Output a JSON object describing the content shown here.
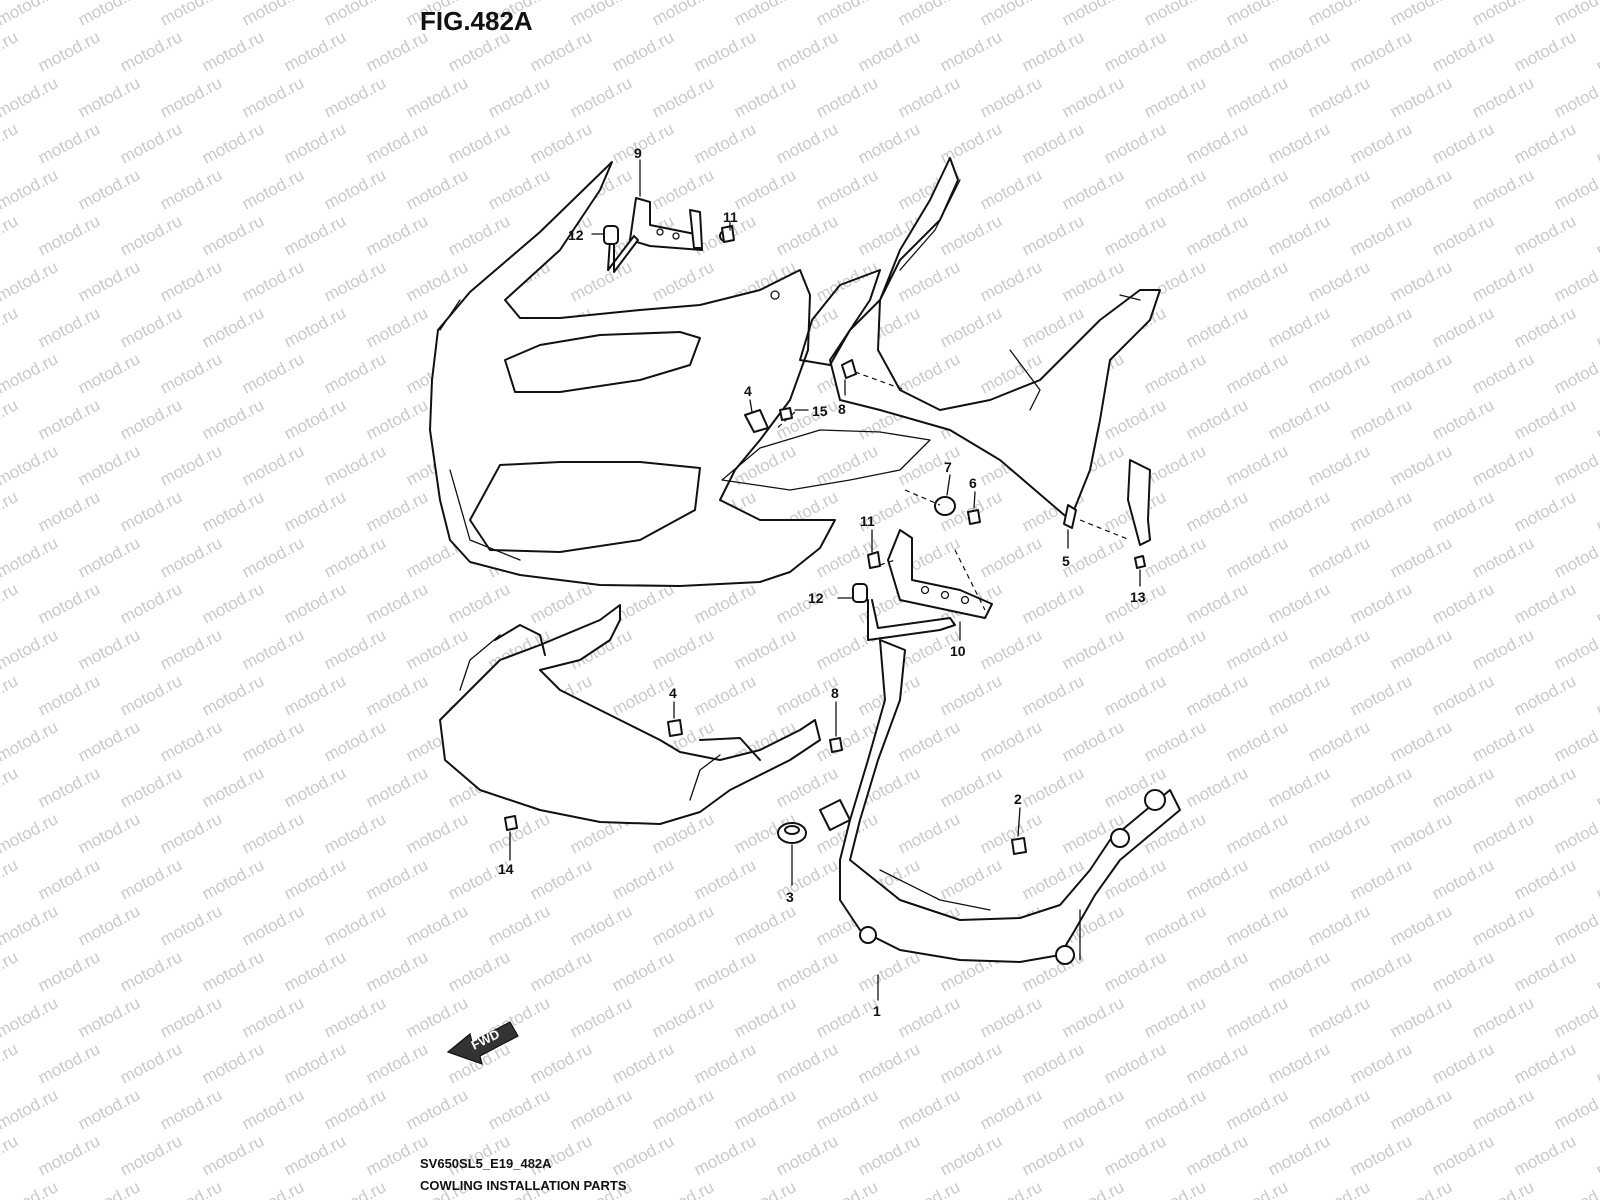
{
  "figure_title": "FIG.482A",
  "watermark_text": "motod.ru",
  "diagram_code": "SV650SL5_E19_482A",
  "caption": "COWLING INSTALLATION PARTS",
  "direction_label": "FWD",
  "callouts": [
    "9",
    "11",
    "12",
    "4",
    "15",
    "8",
    "7",
    "6",
    "11",
    "5",
    "13",
    "12",
    "10",
    "4",
    "8",
    "2",
    "14",
    "3",
    "1"
  ],
  "colors": {
    "ink": "#111111",
    "watermark": "#c9c9c9",
    "background": "#ffffff"
  }
}
